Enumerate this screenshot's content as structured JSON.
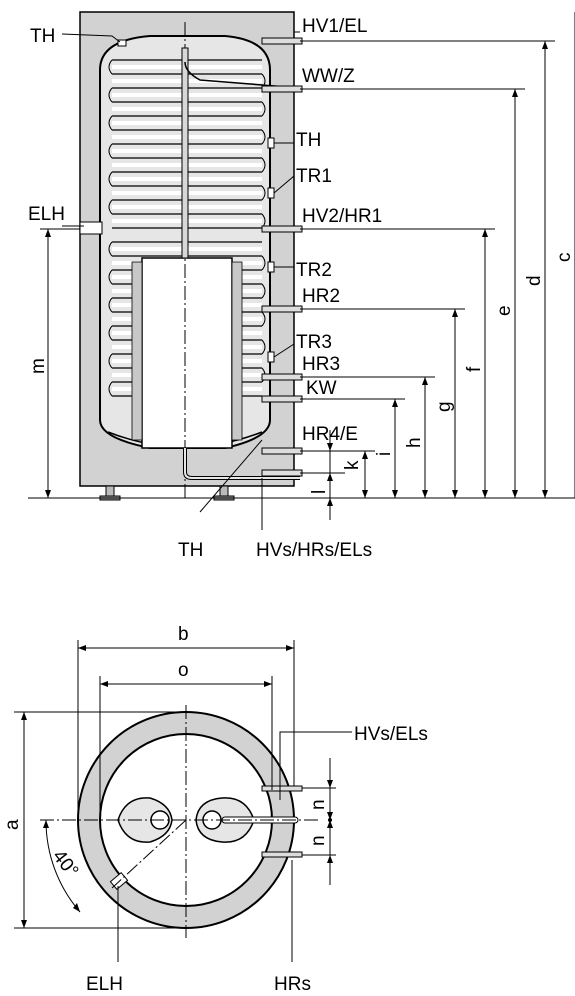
{
  "side_labels": {
    "th_top": "TH",
    "hv1_el": "HV1/EL",
    "ww_z": "WW/Z",
    "th_right": "TH",
    "tr1": "TR1",
    "elh_left": "ELH",
    "hv2_hr1": "HV2/HR1",
    "tr2": "TR2",
    "hr2": "HR2",
    "tr3": "TR3",
    "hr3": "HR3",
    "kw": "KW",
    "hr4_e": "HR4/E",
    "th_bottom": "TH",
    "hvs_hrs_els": "HVs/HRs/ELs"
  },
  "side_dims": {
    "c": "c",
    "d": "d",
    "e": "e",
    "f": "f",
    "g": "g",
    "h": "h",
    "i": "i",
    "k": "k",
    "l": "l",
    "m": "m"
  },
  "top_labels": {
    "hvs_els": "HVs/ELs",
    "elh": "ELH",
    "hrs": "HRs"
  },
  "top_dims": {
    "a": "a",
    "b": "b",
    "o": "o",
    "n1": "n",
    "n2": "n",
    "angle": "40°"
  },
  "colors": {
    "insulation": "#d2d2d2",
    "vessel": "#e6e6e6",
    "line": "#000000"
  }
}
